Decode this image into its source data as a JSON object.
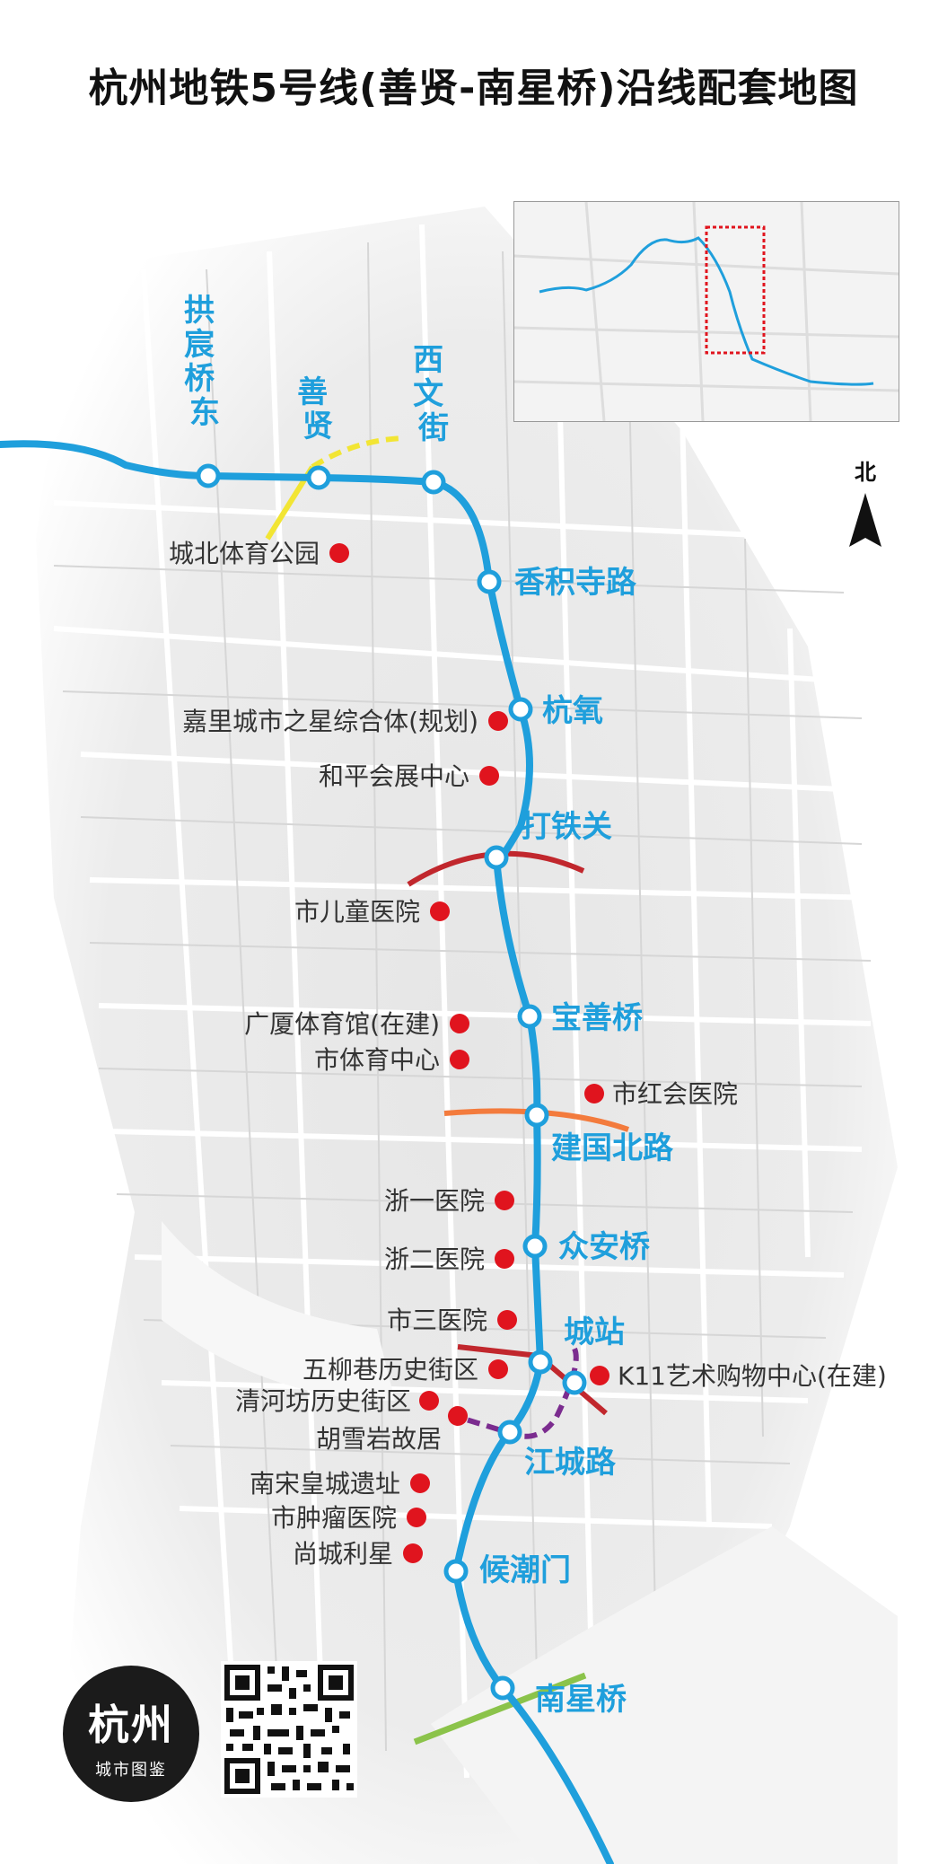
{
  "title": "杭州地铁5号线(善贤-南星桥)沿线配套地图",
  "north_label": "北",
  "logo": {
    "main": "杭州",
    "sub": "城市图鉴"
  },
  "colors": {
    "line5": "#1f9fdc",
    "poi": "#e0141e",
    "line2": "#f2e534",
    "line1": "#c1272d",
    "line4": "#8bc34a",
    "line6": "#7b2c8f",
    "line3": "#f37b3d",
    "inset_frame": "#e0141e"
  },
  "stations": [
    {
      "id": "gongchenqiaodong",
      "name": "拱宸桥东"
    },
    {
      "id": "shanxian",
      "name": "善贤"
    },
    {
      "id": "xiwenjie",
      "name": "西文街"
    },
    {
      "id": "xiangjisilu",
      "name": "香积寺路"
    },
    {
      "id": "hangyang",
      "name": "杭氧"
    },
    {
      "id": "datieguan",
      "name": "打铁关"
    },
    {
      "id": "baoshanqiao",
      "name": "宝善桥"
    },
    {
      "id": "jianguobeilu",
      "name": "建国北路"
    },
    {
      "id": "zhonganqiao",
      "name": "众安桥"
    },
    {
      "id": "chengzhan",
      "name": "城站"
    },
    {
      "id": "jiangchenglu",
      "name": "江城路"
    },
    {
      "id": "houchaomen",
      "name": "候潮门"
    },
    {
      "id": "nanxingqiao",
      "name": "南星桥"
    }
  ],
  "pois": [
    {
      "id": "chengbei-sports-park",
      "name": "城北体育公园"
    },
    {
      "id": "jiali-star",
      "name": "嘉里城市之星综合体(规划)"
    },
    {
      "id": "heping-expo",
      "name": "和平会展中心"
    },
    {
      "id": "children-hospital",
      "name": "市儿童医院"
    },
    {
      "id": "guangsha-gym",
      "name": "广厦体育馆(在建)"
    },
    {
      "id": "city-sports-center",
      "name": "市体育中心"
    },
    {
      "id": "red-cross-hospital",
      "name": "市红会医院"
    },
    {
      "id": "zheyi-hospital",
      "name": "浙一医院"
    },
    {
      "id": "zheer-hospital",
      "name": "浙二医院"
    },
    {
      "id": "third-hospital",
      "name": "市三医院"
    },
    {
      "id": "wuliuxiang",
      "name": "五柳巷历史街区"
    },
    {
      "id": "k11",
      "name": "K11艺术购物中心(在建)"
    },
    {
      "id": "qinghefang",
      "name": "清河坊历史街区"
    },
    {
      "id": "huxueyan",
      "name": "胡雪岩故居"
    },
    {
      "id": "song-palace",
      "name": "南宋皇城遗址"
    },
    {
      "id": "tumor-hospital",
      "name": "市肿瘤医院"
    },
    {
      "id": "shangcheng-lixing",
      "name": "尚城利星"
    }
  ]
}
